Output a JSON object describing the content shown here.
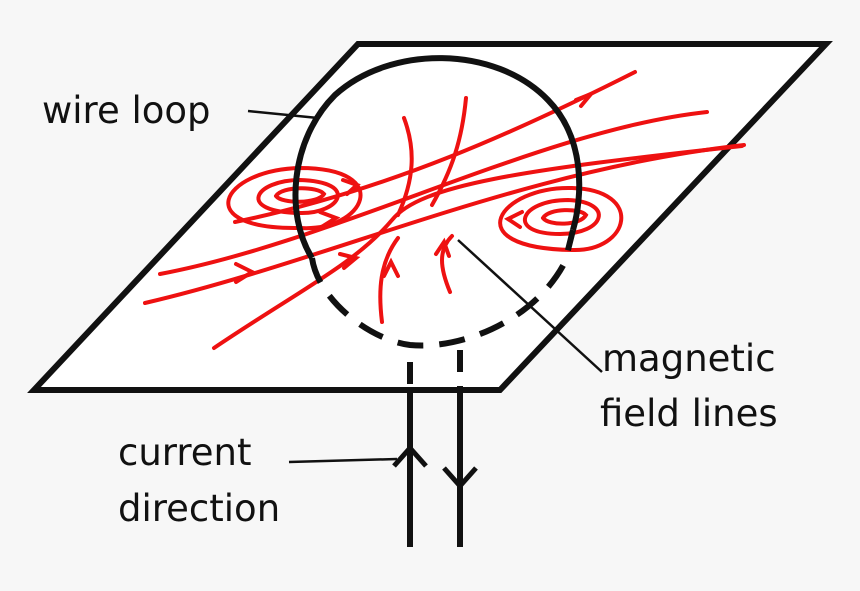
{
  "labels": {
    "wire_loop": "wire loop",
    "magnetic_field_lines": [
      "magnetic",
      "field lines"
    ],
    "current_direction": [
      "current",
      "direction"
    ]
  },
  "colors": {
    "background": "#f7f7f7",
    "plane_fill": "#ffffff",
    "wire": "#111111",
    "field_lines": "#ee1111",
    "leader_lines": "#111111"
  }
}
